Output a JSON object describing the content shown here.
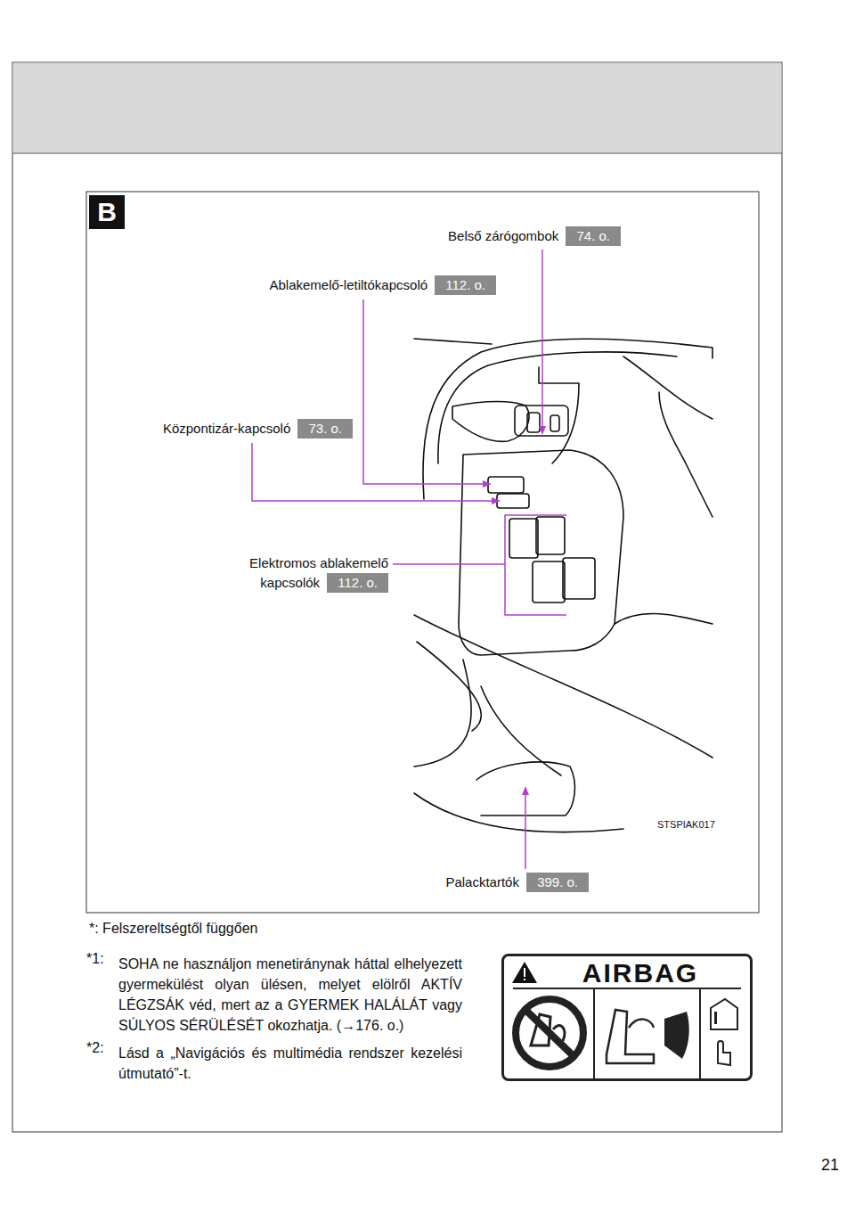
{
  "diagram": {
    "nodes": [
      {
        "text": [
          "B"
        ]
      },
      {
        "text": [
          "Belső zárógombok",
          "74. o."
        ]
      },
      {
        "text": [
          "Ablakemelő-letiltókapcsoló",
          "112. o."
        ]
      },
      {
        "text": [
          "Központizár-kapcsoló",
          "73. o."
        ]
      },
      {
        "text": [
          "Elektromos ablakemelő kapcsolók",
          "112. o."
        ]
      },
      {
        "text": [
          "Palacktartók",
          "399. o."
        ]
      },
      {
        "text": [
          "AIRBAG"
        ]
      }
    ],
    "edges": [],
    "labels": [
      "STSPIAK017",
      "*: Felszereltségtől függően",
      "*1:",
      "SOHA ne használjon menetiránynak háttal elhelyezett gyermekülést olyan ülésen, melyet elölről AKTÍV LÉGZSÁK véd, mert az a GYERMEK HALÁLÁT vagy SÚLYOS SÉRÜLÉSÉT okozhatja. (→176. o.)",
      "*2:",
      "Lásd a „Navigációs és multimédia rendszer kezelési útmutató”-t.",
      "21"
    ]
  }
}
